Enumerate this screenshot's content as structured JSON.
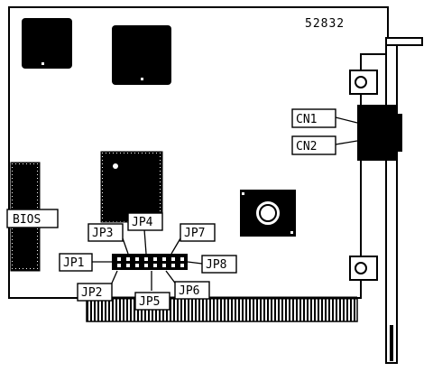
{
  "board": {
    "part_number": "52832"
  },
  "labels": {
    "bios": "BIOS",
    "cn1": "CN1",
    "cn2": "CN2",
    "jp1": "JP1",
    "jp2": "JP2",
    "jp3": "JP3",
    "jp4": "JP4",
    "jp5": "JP5",
    "jp6": "JP6",
    "jp7": "JP7",
    "jp8": "JP8"
  },
  "colors": {
    "ink": "#000000",
    "paper": "#ffffff"
  }
}
